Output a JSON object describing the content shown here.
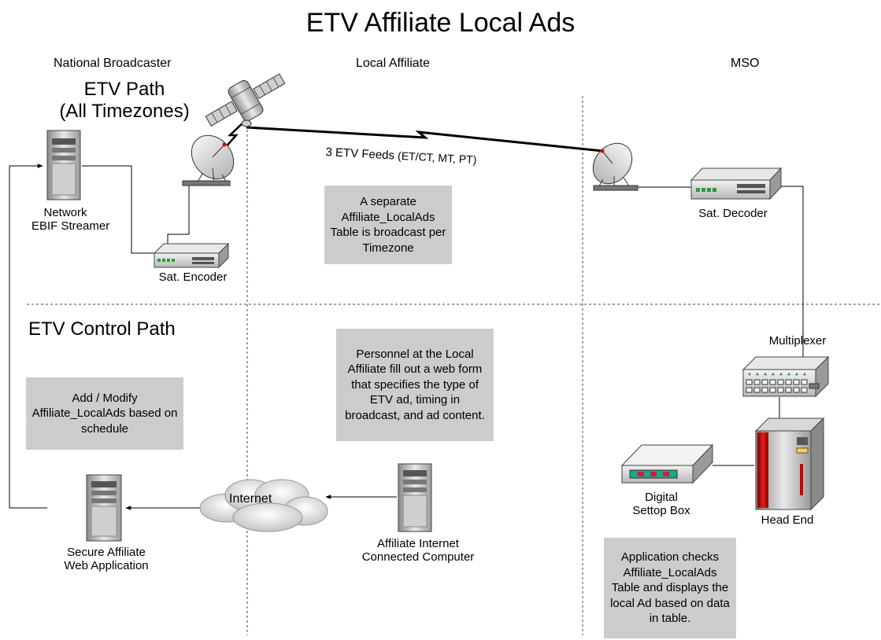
{
  "title": "ETV Affiliate Local Ads",
  "columns": {
    "national": "National Broadcaster",
    "local": "Local Affiliate",
    "mso": "MSO"
  },
  "sections": {
    "etv_path_line1": "ETV Path",
    "etv_path_line2": "(All Timezones)",
    "control_path": "ETV Control Path"
  },
  "feeds_link": {
    "prefix": "3 ETV Feeds",
    "detail": "(ET/CT, MT, PT)"
  },
  "devices": {
    "network_streamer": [
      "Network",
      "EBIF Streamer"
    ],
    "sat_encoder": "Sat. Encoder",
    "sat_decoder": "Sat. Decoder",
    "multiplexer": "Multiplexer",
    "settop_box": [
      "Digital",
      "Settop Box"
    ],
    "head_end": "Head End",
    "internet": "Internet",
    "secure_app": [
      "Secure Affiliate",
      "Web Application"
    ],
    "affiliate_computer": [
      "Affiliate Internet",
      "Connected Computer"
    ]
  },
  "notes": {
    "separate_table": "A separate Affiliate_LocalAds Table is broadcast per Timezone",
    "add_modify": "Add / Modify Affiliate_LocalAds based on schedule",
    "personnel": "Personnel at the Local Affiliate fill out a web form that specifies the type of ETV ad, timing in broadcast, and ad content.",
    "application_checks": "Application checks Affiliate_LocalAds Table and displays the local Ad based on data in table."
  },
  "colors": {
    "note_fill": "#cccccc",
    "head_end_accent": "#cc0000",
    "settop_accent": "#1aaa8a"
  }
}
